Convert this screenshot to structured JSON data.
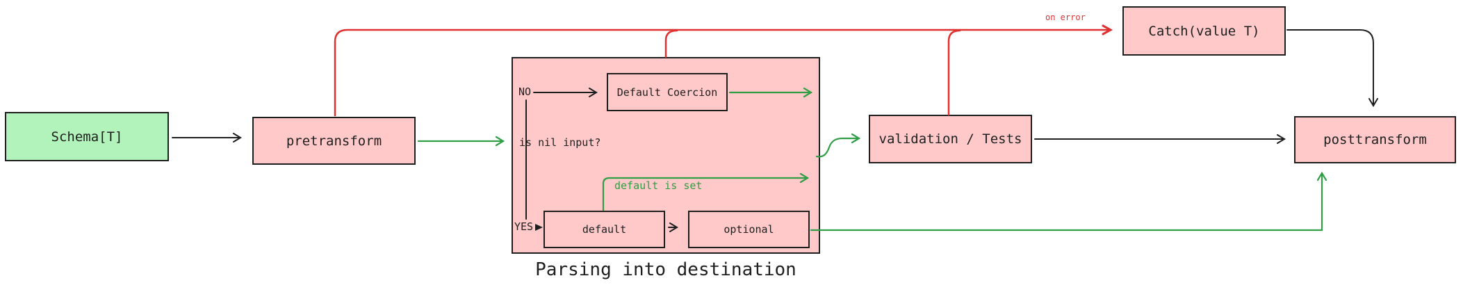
{
  "diagram": {
    "caption": "Parsing into destination",
    "nodes": {
      "schema": "Schema[T]",
      "pretransform": "pretransform",
      "default_coercion": "Default Coercion",
      "default": "default",
      "optional": "optional",
      "validation": "validation / Tests",
      "catch": "Catch(value T)",
      "posttransform": "posttransform"
    },
    "labels": {
      "no": "NO",
      "yes": "YES",
      "nil_question": "is nil input?",
      "default_is_set": "default is set",
      "on_error": "on error"
    },
    "colors": {
      "schema_fill": "#b2f2bb",
      "node_fill": "#ffc9c9",
      "stroke": "#1e1e1e",
      "green_arrow": "#2f9e44",
      "red_arrow": "#e03131"
    }
  }
}
